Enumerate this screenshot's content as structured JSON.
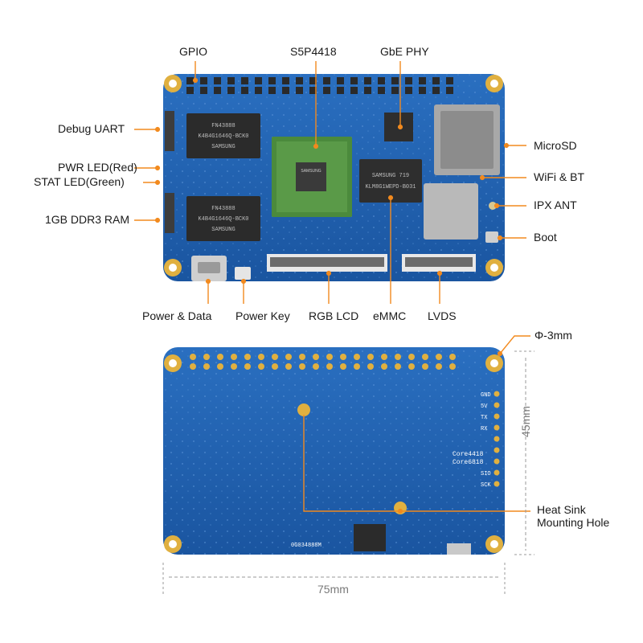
{
  "top_board": {
    "labels": {
      "gpio": "GPIO",
      "soc": "S5P4418",
      "gbe_phy": "GbE PHY",
      "debug_uart": "Debug UART",
      "pwr_led": "PWR LED(Red)",
      "stat_led": "STAT LED(Green)",
      "ram": "1GB DDR3 RAM",
      "microsd": "MicroSD",
      "wifi_bt": "WiFi & BT",
      "ipx_ant": "IPX ANT",
      "boot": "Boot",
      "power_data": "Power & Data",
      "power_key": "Power Key",
      "rgb_lcd": "RGB LCD",
      "emmc": "eMMC",
      "lvds": "LVDS"
    },
    "chip_text": {
      "ram_top_1": "FN43888",
      "ram_top_2": "K4B4G1646Q-BCK0",
      "ram_top_3": "SAMSUNG",
      "emmc_1": "SAMSUNG  719",
      "emmc_2": "KLM8G1WEPD-B031",
      "soc_brand": "SAMSUNG"
    }
  },
  "bottom_board": {
    "labels": {
      "hole": "Φ-3mm",
      "heatsink_1": "Heat Sink",
      "heatsink_2": "Mounting Hole"
    },
    "silkscreen": {
      "core_1": "Core4418",
      "core_2": "Core6818",
      "pins": [
        "GND",
        "5V",
        "TX",
        "RX",
        "",
        "",
        "",
        "SIO",
        "SCK"
      ],
      "serial": "0G034888M"
    }
  },
  "dimensions": {
    "width": "75mm",
    "height": "45mm"
  },
  "colors": {
    "pcb": "#1f5fae",
    "pcb_dark": "#174c8f",
    "gold": "#e0b040",
    "arrow": "#f28a1e",
    "dim_line": "#9a9a9a"
  }
}
